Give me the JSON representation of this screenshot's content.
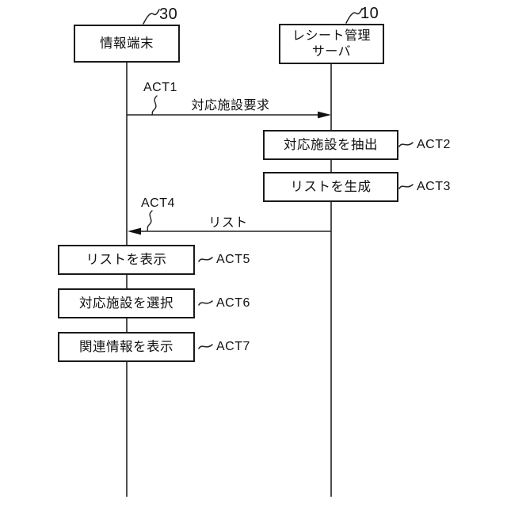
{
  "figure": {
    "background": "#ffffff",
    "line_color": "#1a1a1a"
  },
  "actors": {
    "terminal": {
      "ref": "30",
      "name": "情報端末"
    },
    "server": {
      "ref": "10",
      "name_line1": "レシート管理",
      "name_line2": "サーバ"
    }
  },
  "messages": {
    "act1": {
      "id": "ACT1",
      "label": "対応施設要求",
      "direction": "left-to-right"
    },
    "act4": {
      "id": "ACT4",
      "label": "リスト",
      "direction": "right-to-left"
    }
  },
  "steps": {
    "act2": {
      "id": "ACT2",
      "label": "対応施設を抽出",
      "actor": "server"
    },
    "act3": {
      "id": "ACT3",
      "label": "リストを生成",
      "actor": "server"
    },
    "act5": {
      "id": "ACT5",
      "label": "リストを表示",
      "actor": "terminal"
    },
    "act6": {
      "id": "ACT6",
      "label": "対応施設を選択",
      "actor": "terminal"
    },
    "act7": {
      "id": "ACT7",
      "label": "関連情報を表示",
      "actor": "terminal"
    }
  }
}
